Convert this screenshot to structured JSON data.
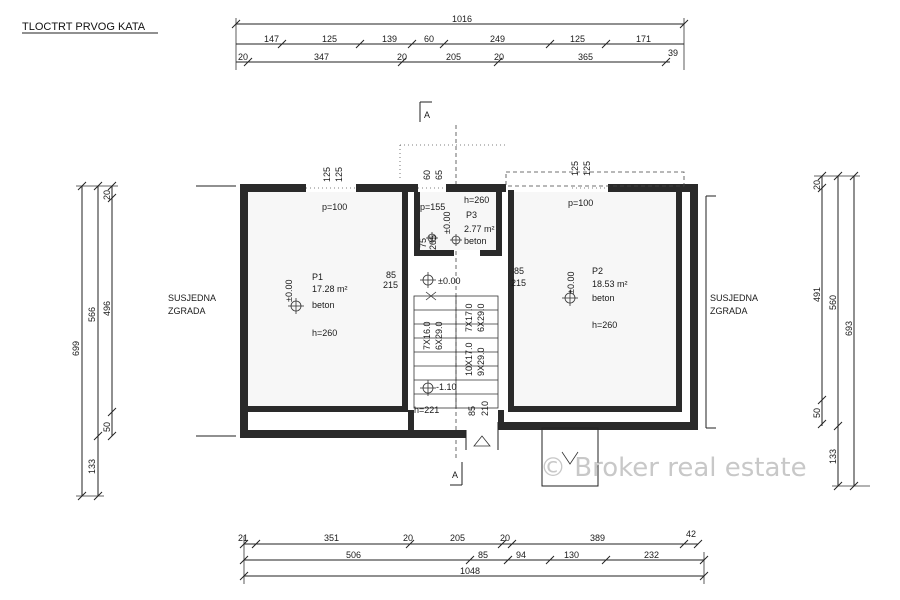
{
  "title": "TLOCTRT PRVOG KATA",
  "watermark": "© Broker real estate",
  "top_dims": {
    "total": "1016",
    "row1": [
      "147",
      "125",
      "139",
      "60",
      "249",
      "125",
      "171"
    ],
    "row2": [
      "20",
      "347",
      "20",
      "205",
      "20",
      "365",
      "39"
    ]
  },
  "bottom_dims": {
    "row1": [
      "21",
      "351",
      "20",
      "205",
      "20",
      "389",
      "42"
    ],
    "row2": [
      "506",
      "85",
      "94",
      "130",
      "232"
    ],
    "total": "1048"
  },
  "left_dims": {
    "total": "699",
    "outer": "566",
    "inner": [
      "20",
      "496",
      "50"
    ],
    "bottom": "133"
  },
  "right_dims": {
    "inner": [
      "20",
      "491",
      "50"
    ],
    "outer": "560",
    "total": "693",
    "bottom": "133"
  },
  "neighbor_left": [
    "SUSJEDNA",
    "ZGRADA"
  ],
  "neighbor_right": [
    "SUSJEDNA",
    "ZGRADA"
  ],
  "section_marker": "A",
  "rooms": {
    "p1": {
      "name": "P1",
      "area": "17.28 m²",
      "floor": "beton",
      "level": "±0.00",
      "height": "h=260",
      "parapet": "p=100"
    },
    "p2": {
      "name": "P2",
      "area": "18.53 m²",
      "floor": "beton",
      "level": "±0.00",
      "height": "h=260",
      "parapet": "p=100"
    },
    "p3": {
      "name": "P3",
      "area": "2.77 m²",
      "floor": "beton",
      "level": "±0.00",
      "height": "h=260"
    }
  },
  "annotations": {
    "p155": "p=155",
    "left_opening": [
      "85",
      "215"
    ],
    "right_opening": [
      "85",
      "215"
    ],
    "center_level": "±0.00",
    "lower_level": "-1.10",
    "h221": "h=221",
    "door_bottom": [
      "85",
      "210"
    ],
    "stairs_left": [
      "7X16.0",
      "6X29.0"
    ],
    "stairs_right": [
      "10X17.0",
      "9X29.0",
      "7X17.0",
      "6X29.0"
    ],
    "window_top_left": [
      "125",
      "125"
    ],
    "window_top_mid": [
      "60",
      "65"
    ],
    "window_top_right": [
      "125",
      "125"
    ],
    "p3_small": [
      "75",
      "205"
    ]
  }
}
